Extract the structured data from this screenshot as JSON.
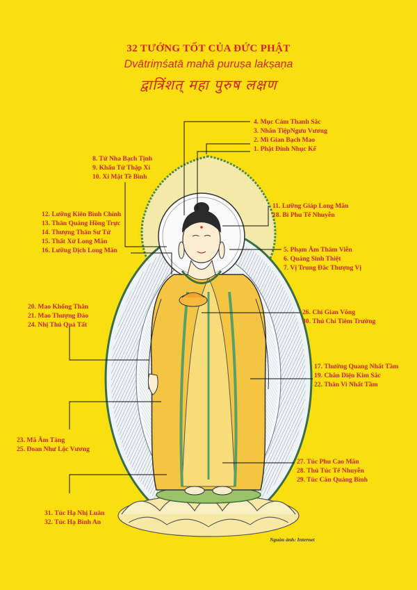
{
  "header": {
    "title": "32 TƯỚNG TỐT CỦA ĐỨC PHẬT",
    "subtitle": "Dvātriṃśatā mahā puruṣa lakṣaṇa",
    "script_line": "द्वात्रिंशत् महा पुरुष लक्षण"
  },
  "labels": {
    "top_right": [
      "4. Mục Cám Thanh Sắc",
      "3. Nhãn TiệpNgưu Vương",
      "2. Mi Gian Bạch Mao",
      "1. Phật Đỉnh Nhục Kế"
    ],
    "upper_left": [
      "8. Tứ Nha Bạch Tịnh",
      "9. Khẩu Tứ Thập Xỉ",
      "10. Xỉ Mật Tề Bình"
    ],
    "right_11": [
      "11. Lưỡng Giáp Long Mãn",
      "18. Bì Phu Tế Nhuyễn"
    ],
    "left_12": [
      "12. Lưỡng Kiên Bình Chỉnh",
      "13. Thân Quảng Hồng Trực",
      "14. Thượng Thân Sư Tử",
      "15. Thất Xứ Long Mãn",
      "16. Lưỡng Dịch Long Mãn"
    ],
    "right_5": [
      "5. Phạm Âm Thâm Viễn",
      "6. Quảng Sinh Thiệt",
      "7. Vị Trung Đắc Thượng Vị"
    ],
    "left_20": [
      "20. Mao Khổng Thân",
      "21. Mao Thượng Đảo",
      "24. Nhị Thủ Quá Tất"
    ],
    "right_26": [
      "26. Chỉ Gian Võng",
      "30. Thủ Chỉ Tiêm Trường"
    ],
    "right_17": [
      "17. Thường Quang Nhất Tầm",
      "19. Chân Diện Kim Sắc",
      "22. Thân Vi Nhất Tầm"
    ],
    "left_23": [
      "23. Mã Âm Tàng",
      "25. Đoan Như Lộc Vương"
    ],
    "right_27": [
      "27. Túc Phu Cao Mãn",
      "28. Thủ Túc Tế Nhuyễn",
      "29. Túc Căn Quảng Bình"
    ],
    "left_31": [
      "31. Túc Hạ Nhị Luân",
      "32. Túc Hạ Bình An"
    ]
  },
  "source_note": "Nguồn ảnh: Internet",
  "colors": {
    "background": "#f9df10",
    "text_red": "#c8262a",
    "robe_yellow": "#f4c542",
    "robe_green": "#5a9e6a",
    "line": "#222222"
  }
}
